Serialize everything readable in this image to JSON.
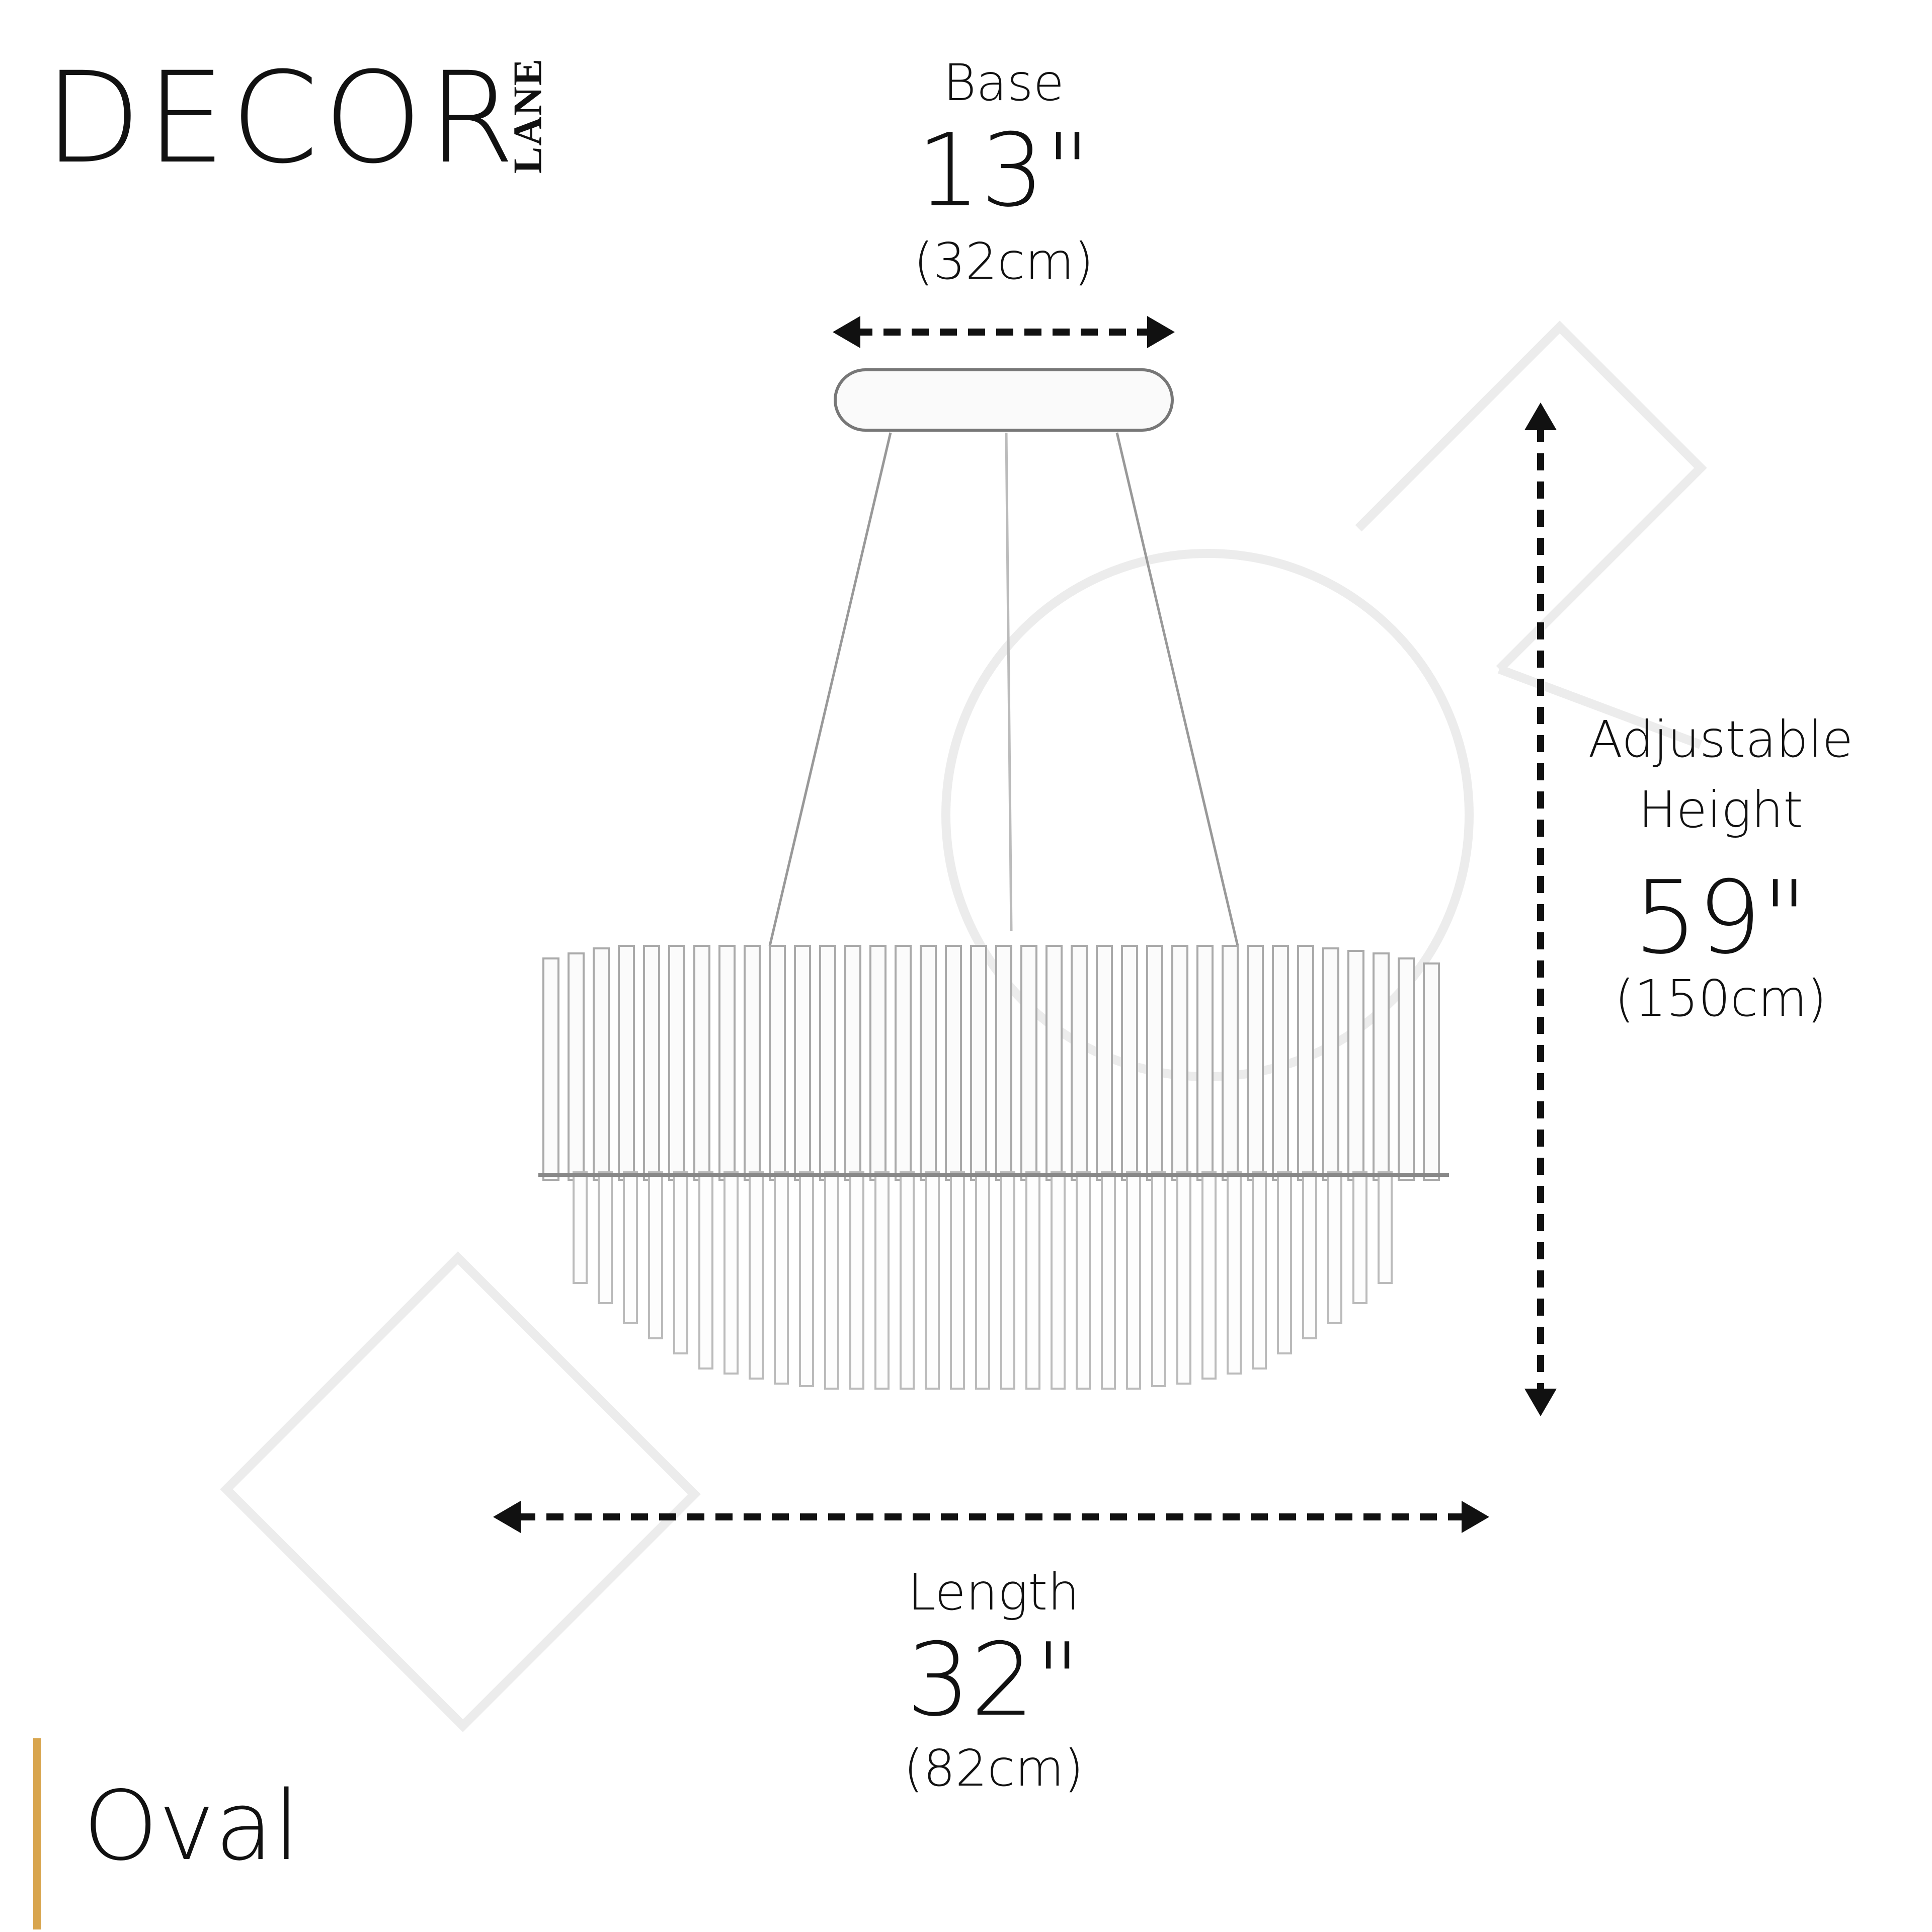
{
  "brand": {
    "logo_main": "DECOR",
    "logo_sub": "LANE",
    "accent_color": "#d8a54e"
  },
  "dimensions": {
    "base": {
      "label": "Base",
      "imperial": "13\"",
      "metric": "(32cm)"
    },
    "height": {
      "label_line1": "Adjustable",
      "label_line2": "Height",
      "imperial": "59\"",
      "metric": "(150cm)"
    },
    "length": {
      "label": "Length",
      "imperial": "32\"",
      "metric": "(82cm)"
    }
  },
  "shape": {
    "label": "Oval"
  },
  "product": {
    "icon": "chandelier-icon",
    "arrow_icon": "double-arrow-dashed-icon"
  }
}
